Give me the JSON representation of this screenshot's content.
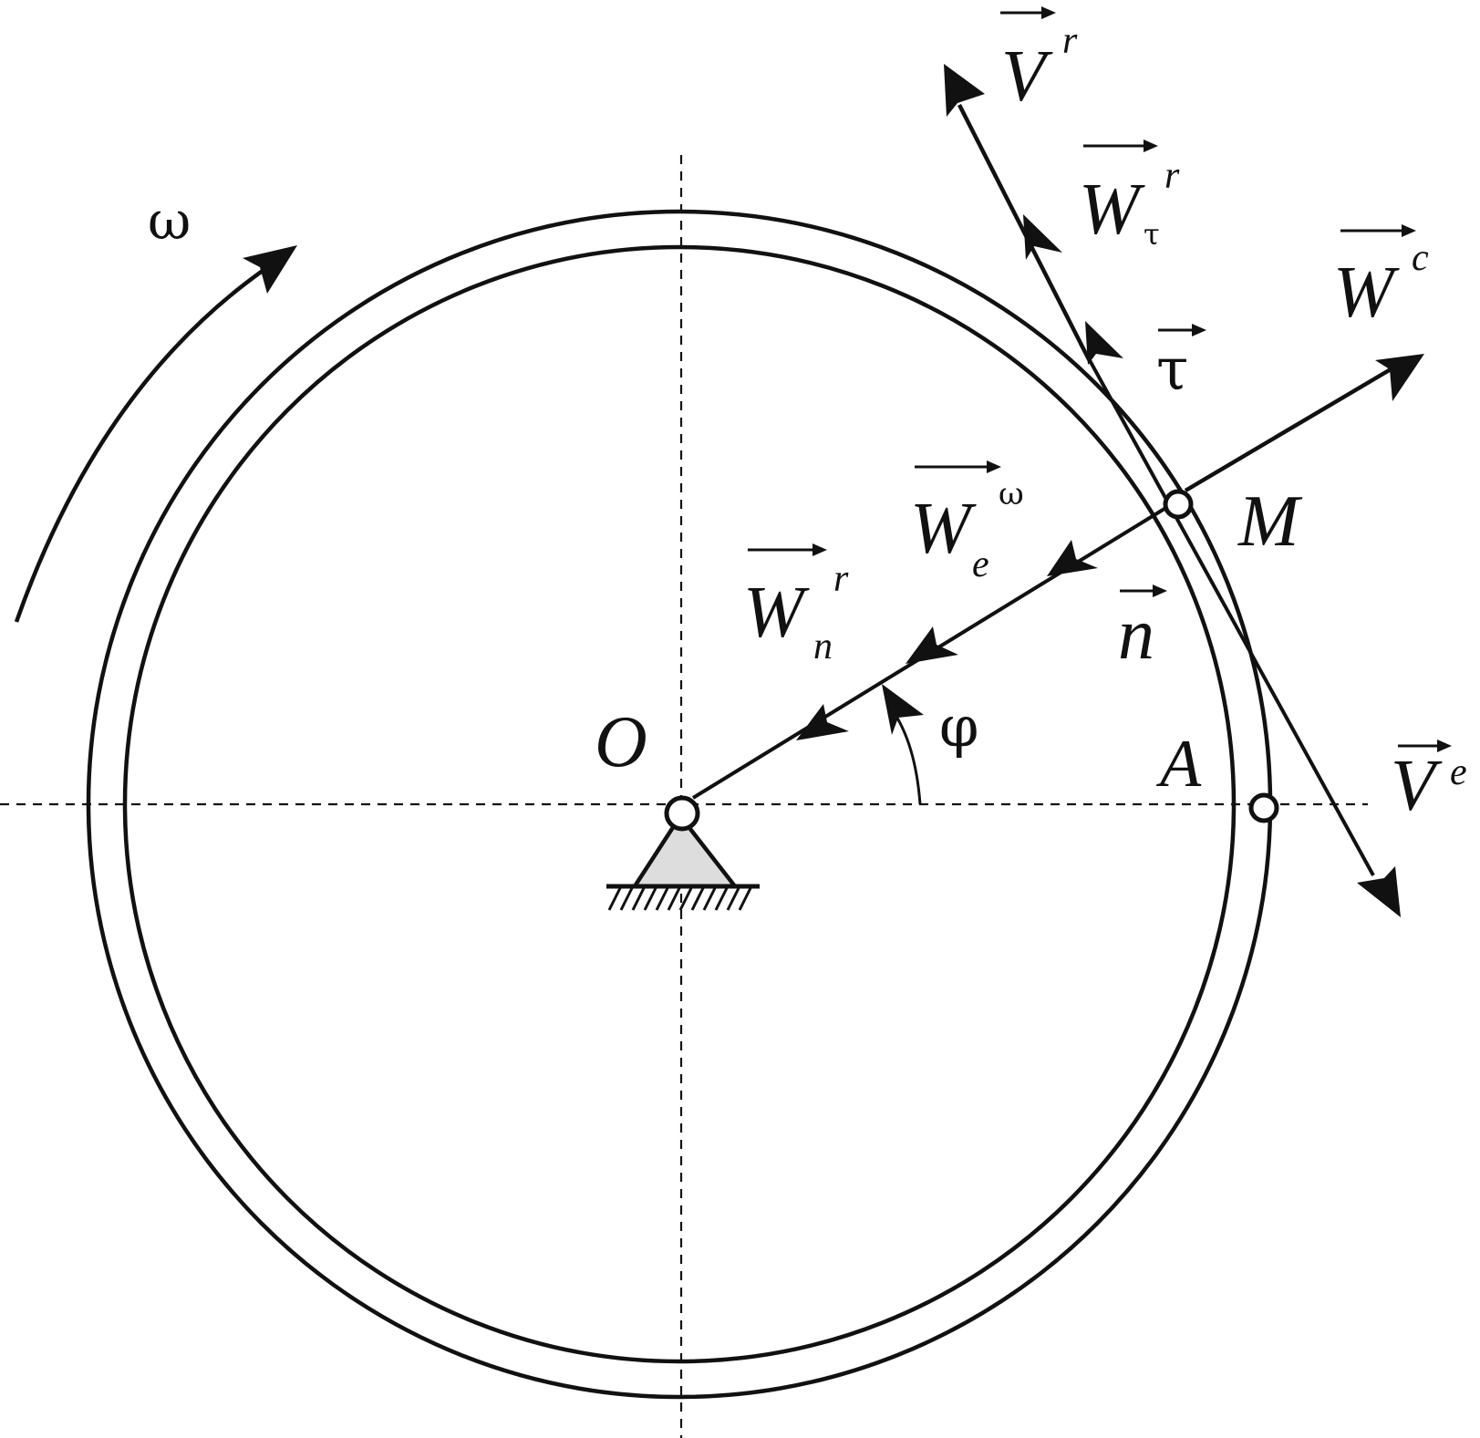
{
  "diagram": {
    "labels": {
      "omega": "ω",
      "O": "O",
      "A": "A",
      "M": "M",
      "phi": "φ",
      "V_r_main": "V",
      "V_r_sup": "r",
      "W_tau_r_main": "W",
      "W_tau_r_sub": "τ",
      "W_tau_r_sup": "r",
      "W_c_main": "W",
      "W_c_sup": "c",
      "tau": "τ",
      "W_e_main": "W",
      "W_e_sub": "e",
      "W_e_sup": "ω",
      "W_n_r_main": "W",
      "W_n_r_sub": "n",
      "W_n_r_sup": "r",
      "n": "n",
      "V_e_main": "V",
      "V_e_sup": "e"
    }
  }
}
